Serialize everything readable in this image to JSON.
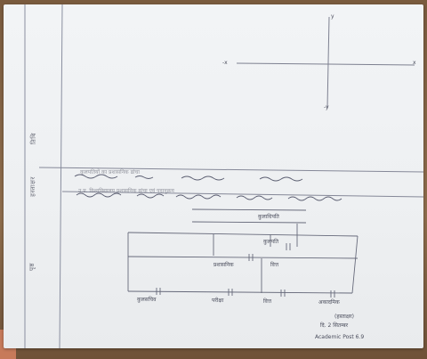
{
  "axes": {
    "y_top_label": "y",
    "y_bottom_label": "-y",
    "x_left_label": "-x",
    "x_right_label": "x"
  },
  "margin_notes": {
    "note_1": "तिथि",
    "note_2": "हस्ताक्षर",
    "note_3": "पृष्ठ"
  },
  "heading_line": "कुलपतियों का प्रशासनिक ढांचा",
  "subheading_line": "उ.प्र. विश्वविद्यालय प्रशासनिक ढांचा एवं पदानुक्रम",
  "chart": {
    "top_node": "कुलाधिपति",
    "second_node": "कुलपति",
    "mid_left_node": "प्रशासनिक",
    "mid_right_node": "वित्त",
    "bottom_nodes": [
      "कुलसचिव",
      "परीक्षा",
      "वित्त",
      "अकादमिक"
    ]
  },
  "signature": {
    "line_1": "(हस्ताक्षर)",
    "line_2": "दि. 2 सितम्बर",
    "line_3": "Academic Post 6.9"
  }
}
